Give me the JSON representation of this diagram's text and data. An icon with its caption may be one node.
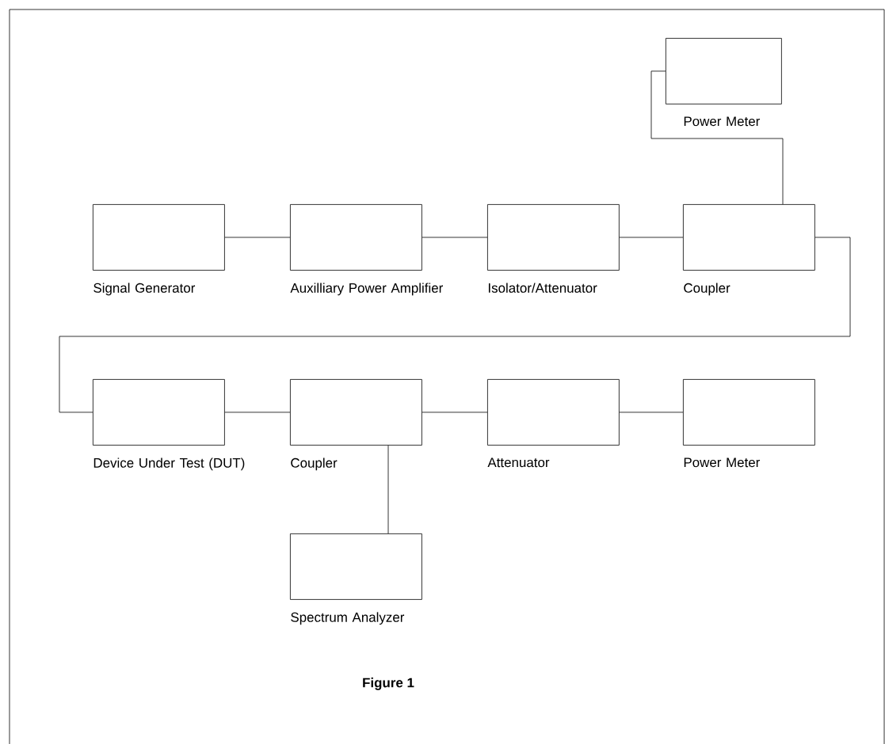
{
  "diagram": {
    "caption": "Figure 1",
    "nodes": [
      {
        "text": [
          "Power Meter"
        ]
      },
      {
        "text": [
          "Signal Generator"
        ]
      },
      {
        "text": [
          "Auxilliary Power Amplifier"
        ]
      },
      {
        "text": [
          "Isolator/Attenuator"
        ]
      },
      {
        "text": [
          "Coupler"
        ]
      },
      {
        "text": [
          "Device Under Test (DUT)"
        ]
      },
      {
        "text": [
          "Coupler"
        ]
      },
      {
        "text": [
          "Attenuator"
        ]
      },
      {
        "text": [
          "Power Meter"
        ]
      },
      {
        "text": [
          "Spectrum Analyzer"
        ]
      }
    ],
    "edges": [
      {
        "from": 1,
        "to": 2,
        "arrow": "none"
      },
      {
        "from": 2,
        "to": 3,
        "arrow": "none"
      },
      {
        "from": 3,
        "to": 4,
        "arrow": "none"
      },
      {
        "from": 4,
        "to": 0,
        "arrow": "none"
      },
      {
        "from": 4,
        "to": 5,
        "arrow": "none"
      },
      {
        "from": 5,
        "to": 6,
        "arrow": "none"
      },
      {
        "from": 6,
        "to": 7,
        "arrow": "none"
      },
      {
        "from": 7,
        "to": 8,
        "arrow": "none"
      },
      {
        "from": 6,
        "to": 9,
        "arrow": "none"
      }
    ]
  }
}
